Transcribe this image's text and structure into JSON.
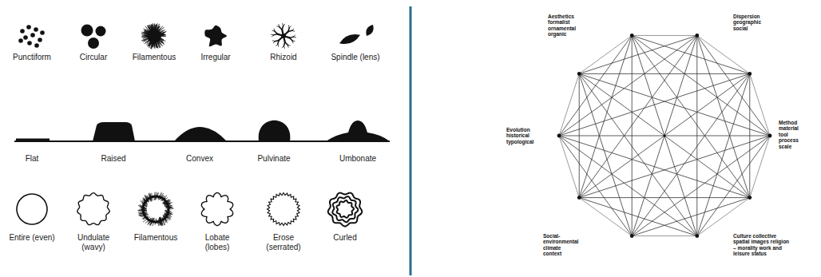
{
  "diagram": {
    "labels": [
      "Punctiform",
      "Circular",
      "Filamentous",
      "Irregular",
      "Rhizoid",
      "Spindle (lens)",
      "Flat",
      "Raised",
      "Convex",
      "Pulvinate",
      "Umbonate",
      "Entire (even)",
      "Undulate (wavy)",
      "Filamentous",
      "Lobate (lobes)",
      "Erose (serrated)",
      "Curled",
      "Aesthetics formalist ornamental organic",
      "Dispersion geographic social",
      "Evolution historical typological",
      "Method material tool process scale",
      "Social-environmental climate context",
      "Culture collective spatial images religion – morality work and leisure status"
    ]
  }
}
